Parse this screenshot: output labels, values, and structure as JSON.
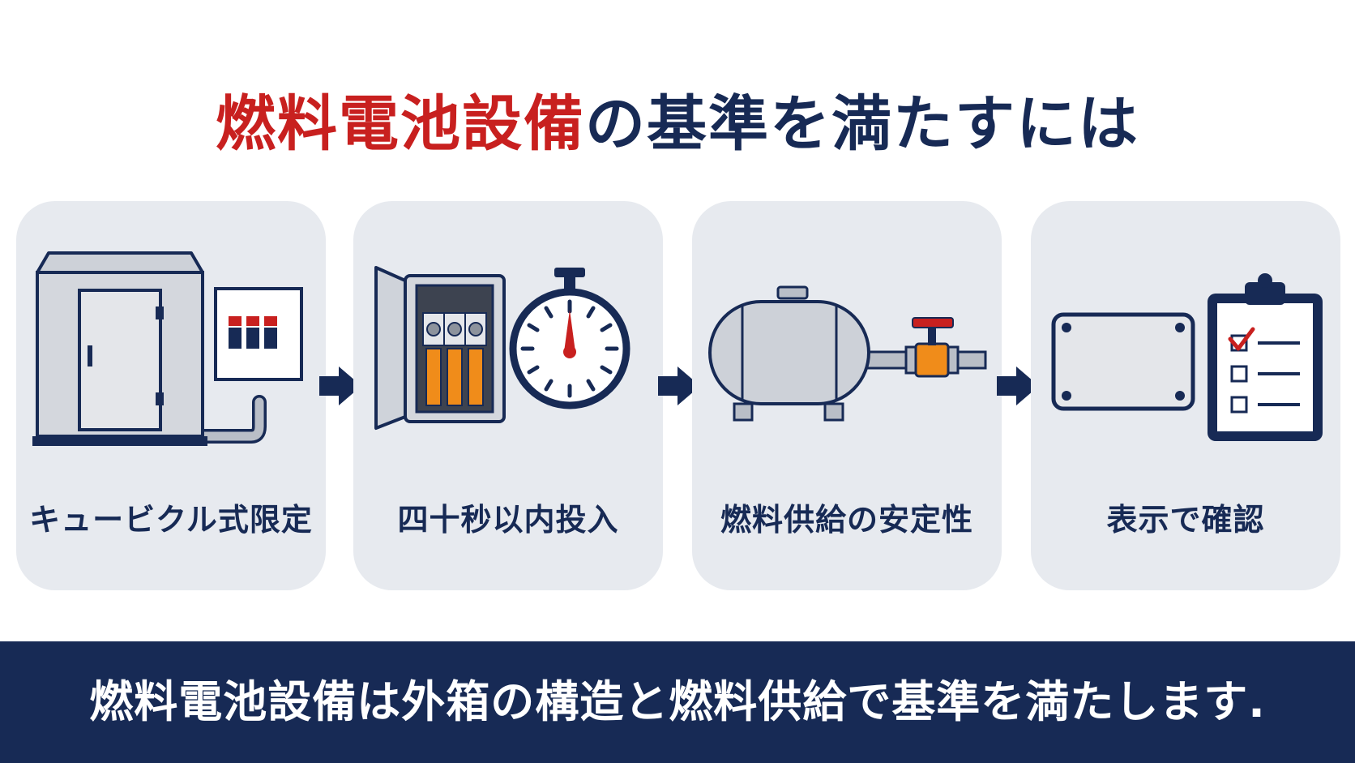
{
  "title": {
    "highlight": "燃料電池設備",
    "rest": "の基準を満たすには"
  },
  "steps": [
    {
      "label": "キュービクル式限定",
      "icon": "cubicle-cabinet-icon"
    },
    {
      "label": "四十秒以内投入",
      "icon": "breaker-stopwatch-icon"
    },
    {
      "label": "燃料供給の安定性",
      "icon": "fuel-tank-valve-icon"
    },
    {
      "label": "表示で確認",
      "icon": "sign-checklist-icon"
    }
  ],
  "footer": {
    "text": "燃料電池設備は外箱の構造と燃料供給で基準を満たします."
  },
  "colors": {
    "navy": "#172a55",
    "red": "#c8201f",
    "panel": "#e7eaef",
    "orange": "#f08c1a"
  }
}
